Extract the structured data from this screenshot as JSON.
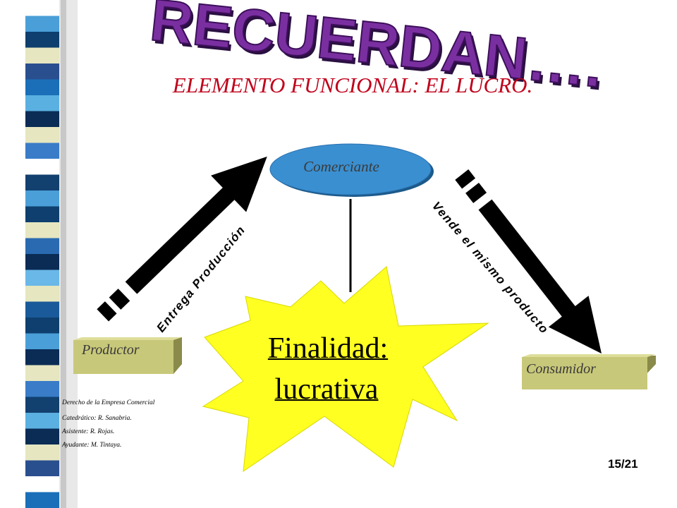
{
  "slide": {
    "headline": "RECUERDAN….",
    "subtitle": "ELEMENTO FUNCIONAL: EL LUCRO.",
    "page_number": "15/21"
  },
  "nodes": {
    "merchant": "Comerciante",
    "producer": "Productor",
    "consumer": "Consumidor"
  },
  "arrows": {
    "left_label": "Entrega Producción",
    "right_label": "Vende el mismo producto"
  },
  "goal": {
    "line1": "Finalidad: ",
    "line2": "lucrativa"
  },
  "credits": [
    "Derecho de la Empresa Comercial",
    "Catedrático: R. Sanabria.",
    "Asistente: R. Rojas.",
    "Ayudante: M. Tintaya."
  ],
  "colors": {
    "headline": "#7a2fa0",
    "subtitle": "#c0001a",
    "ellipse": "#3a8fd0",
    "box": "#c8c87a",
    "burst": "#ffff22",
    "arrow": "#000000"
  }
}
